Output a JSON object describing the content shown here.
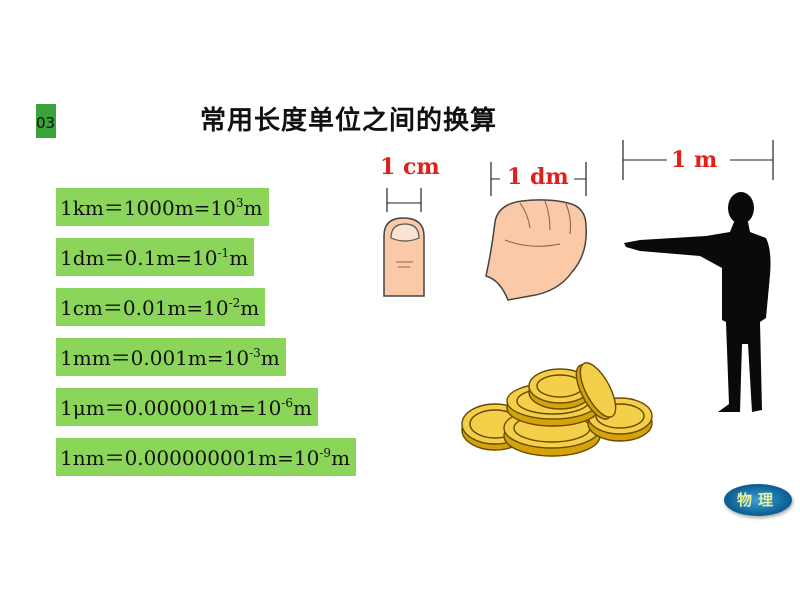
{
  "slide": {
    "number": "03",
    "title": "常用长度单位之间的换算"
  },
  "conversions": [
    {
      "lead": "1km＝1000m=10",
      "exp": "3",
      "tail": "m"
    },
    {
      "lead": "1dm＝0.1m=10",
      "exp": "-1",
      "tail": "m"
    },
    {
      "lead": "1cm＝0.01m=10",
      "exp": "-2",
      "tail": "m"
    },
    {
      "lead": "1mm＝0.001m=10",
      "exp": "-3",
      "tail": "m"
    },
    {
      "lead": "1μm＝0.000001m=10",
      "exp": "-6",
      "tail": "m"
    },
    {
      "lead": "1nm＝0.000000001m=10",
      "exp": "-9",
      "tail": "m"
    }
  ],
  "illustrations": {
    "finger_label": "1 cm",
    "fist_label": "1 dm",
    "arm_label": "1 m"
  },
  "logo": {
    "text": "物理"
  },
  "colors": {
    "accent_green": "#8bd65a",
    "label_red": "#e0201a",
    "badge_green": "#3aa23a"
  }
}
